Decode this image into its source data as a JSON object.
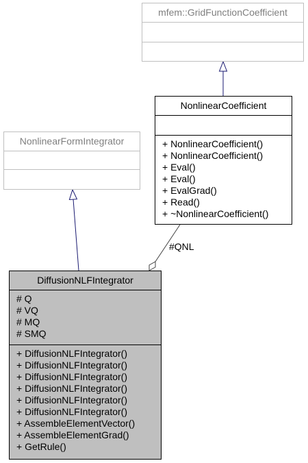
{
  "classes": {
    "grid_function_coefficient": {
      "name": "mfem::GridFunctionCoefficient",
      "attributes": [],
      "methods": []
    },
    "nonlinear_coefficient": {
      "name": "NonlinearCoefficient",
      "attributes": [],
      "methods": [
        "+ NonlinearCoefficient()",
        "+ NonlinearCoefficient()",
        "+ Eval()",
        "+ Eval()",
        "+ EvalGrad()",
        "+ Read()",
        "+ ~NonlinearCoefficient()"
      ]
    },
    "nonlinear_form_integrator": {
      "name": "NonlinearFormIntegrator",
      "attributes": [],
      "methods": []
    },
    "diffusion_nlf_integrator": {
      "name": "DiffusionNLFIntegrator",
      "attributes": [
        "# Q",
        "# VQ",
        "# MQ",
        "# SMQ"
      ],
      "methods": [
        "+ DiffusionNLFIntegrator()",
        "+ DiffusionNLFIntegrator()",
        "+ DiffusionNLFIntegrator()",
        "+ DiffusionNLFIntegrator()",
        "+ DiffusionNLFIntegrator()",
        "+ DiffusionNLFIntegrator()",
        "+ AssembleElementVector()",
        "+ AssembleElementGrad()",
        "+ GetRule()"
      ]
    }
  },
  "edges": {
    "qnl_label": "#QNL"
  },
  "colors": {
    "inheritance_edge": "#191970",
    "main_fill": "#bfbfbf",
    "external_border": "#bfbfbf"
  }
}
